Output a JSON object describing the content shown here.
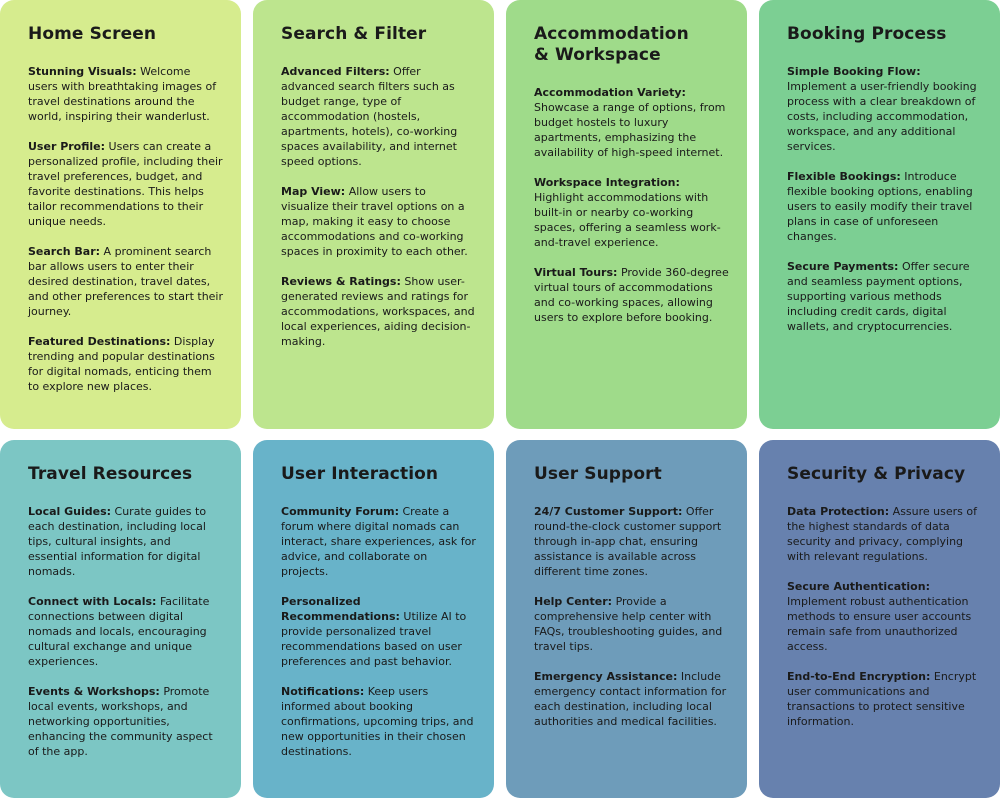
{
  "cards": [
    {
      "title": "Home Screen",
      "color": "#d6ec8e",
      "items": [
        {
          "title": "Stunning Visuals:",
          "text": "Welcome users with breathtaking images of travel destinations around the world, inspiring their wanderlust."
        },
        {
          "title": "User Profile:",
          "text": "Users can create a personalized profile, including their travel preferences, budget, and favorite destinations. This helps tailor recommendations to their unique needs."
        },
        {
          "title": "Search Bar:",
          "text": "A prominent search bar allows users to enter their desired destination, travel dates, and other preferences to start their journey."
        },
        {
          "title": "Featured Destinations:",
          "text": "Display trending and popular destinations for digital nomads, enticing them to explore new places."
        }
      ]
    },
    {
      "title": "Search & Filter",
      "color": "#bde58e",
      "items": [
        {
          "title": "Advanced Filters:",
          "text": "Offer advanced search filters such as budget range, type of accommodation (hostels, apartments, hotels), co-working spaces availability, and internet speed options."
        },
        {
          "title": "Map View:",
          "text": "Allow users to visualize their travel options on a map, making it easy to choose accommodations and co-working spaces in proximity to each other."
        },
        {
          "title": "Reviews & Ratings:",
          "text": "Show user-generated reviews and ratings for accommodations, workspaces, and local experiences, aiding decision-making."
        }
      ]
    },
    {
      "title": "Accommodation\n& Workspace",
      "color": "#9fdb8a",
      "items": [
        {
          "title": "Accommodation Variety:",
          "text": "Showcase a range of options, from budget hostels to luxury apartments, emphasizing the availability of high-speed internet."
        },
        {
          "title": "Workspace Integration:",
          "text": "Highlight accommodations with built-in or nearby co-working spaces, offering a seamless work-and-travel experience."
        },
        {
          "title": "Virtual Tours:",
          "text": "Provide 360-degree virtual tours of accommodations and co-working spaces, allowing users to explore before booking."
        }
      ]
    },
    {
      "title": "Booking Process",
      "color": "#7ccf93",
      "items": [
        {
          "title": "Simple Booking Flow:",
          "text": "Implement a user-friendly booking process with a clear breakdown of costs, including accommodation, workspace, and any additional services."
        },
        {
          "title": "Flexible Bookings:",
          "text": "Introduce flexible booking options, enabling users to easily modify their travel plans in case of unforeseen changes."
        },
        {
          "title": "Secure Payments:",
          "text": "Offer secure and seamless payment options, supporting various methods including credit cards, digital wallets, and cryptocurrencies."
        }
      ]
    },
    {
      "title": "Travel Resources",
      "color": "#7cc6c4",
      "items": [
        {
          "title": "Local Guides:",
          "text": "Curate guides to each destination, including local tips, cultural insights, and essential information for digital nomads."
        },
        {
          "title": "Connect with Locals:",
          "text": "Facilitate connections between digital nomads and locals, encouraging cultural exchange and unique experiences."
        },
        {
          "title": "Events & Workshops:",
          "text": "Promote local events, workshops, and networking opportunities, enhancing the community aspect of the app."
        }
      ]
    },
    {
      "title": "User Interaction",
      "color": "#68b3c9",
      "items": [
        {
          "title": "Community Forum:",
          "text": "Create a forum where digital nomads can interact, share experiences, ask for advice, and collaborate on projects."
        },
        {
          "title": "Personalized Recommendations:",
          "text": "Utilize AI to provide personalized travel recommendations based on user preferences and past behavior."
        },
        {
          "title": "Notifications:",
          "text": "Keep users informed about booking confirmations, upcoming trips, and new opportunities in their chosen destinations."
        }
      ]
    },
    {
      "title": "User Support",
      "color": "#6e9cba",
      "items": [
        {
          "title": "24/7 Customer Support:",
          "text": "Offer round-the-clock customer support through in-app chat, ensuring assistance is available across different time zones."
        },
        {
          "title": "Help Center:",
          "text": "Provide a comprehensive help center with FAQs, troubleshooting guides, and travel tips."
        },
        {
          "title": "Emergency Assistance:",
          "text": "Include emergency contact information for each destination, including local authorities and medical facilities."
        }
      ]
    },
    {
      "title": "Security & Privacy",
      "color": "#6781ae",
      "items": [
        {
          "title": "Data Protection:",
          "text": "Assure users of the highest standards of data security and privacy, complying with relevant regulations."
        },
        {
          "title": "Secure Authentication:",
          "text": "Implement robust authentication methods to ensure user accounts remain safe from unauthorized access."
        },
        {
          "title": "End-to-End Encryption:",
          "text": "Encrypt user communications and transactions to protect sensitive information."
        }
      ]
    }
  ]
}
